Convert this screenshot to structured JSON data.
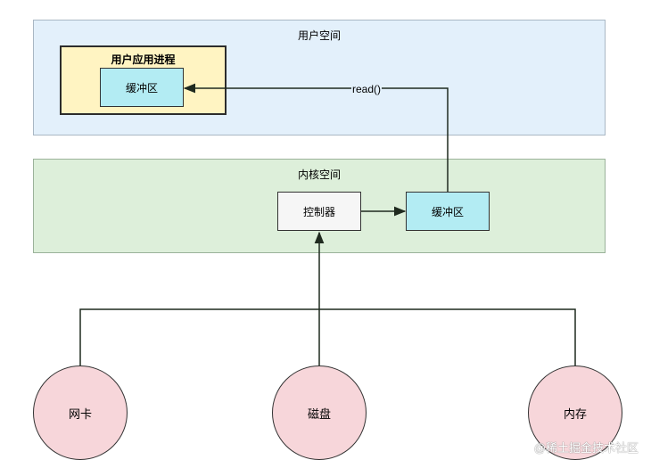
{
  "user_space": {
    "title": "用户空间"
  },
  "user_process": {
    "title": "用户应用进程",
    "buffer": "缓冲区"
  },
  "kernel_space": {
    "title": "内核空间",
    "controller": "控制器",
    "buffer": "缓冲区"
  },
  "edge_label": "read()",
  "devices": {
    "nic": "网卡",
    "disk": "磁盘",
    "memory": "内存"
  },
  "watermark": "@稀土掘金技术社区"
}
